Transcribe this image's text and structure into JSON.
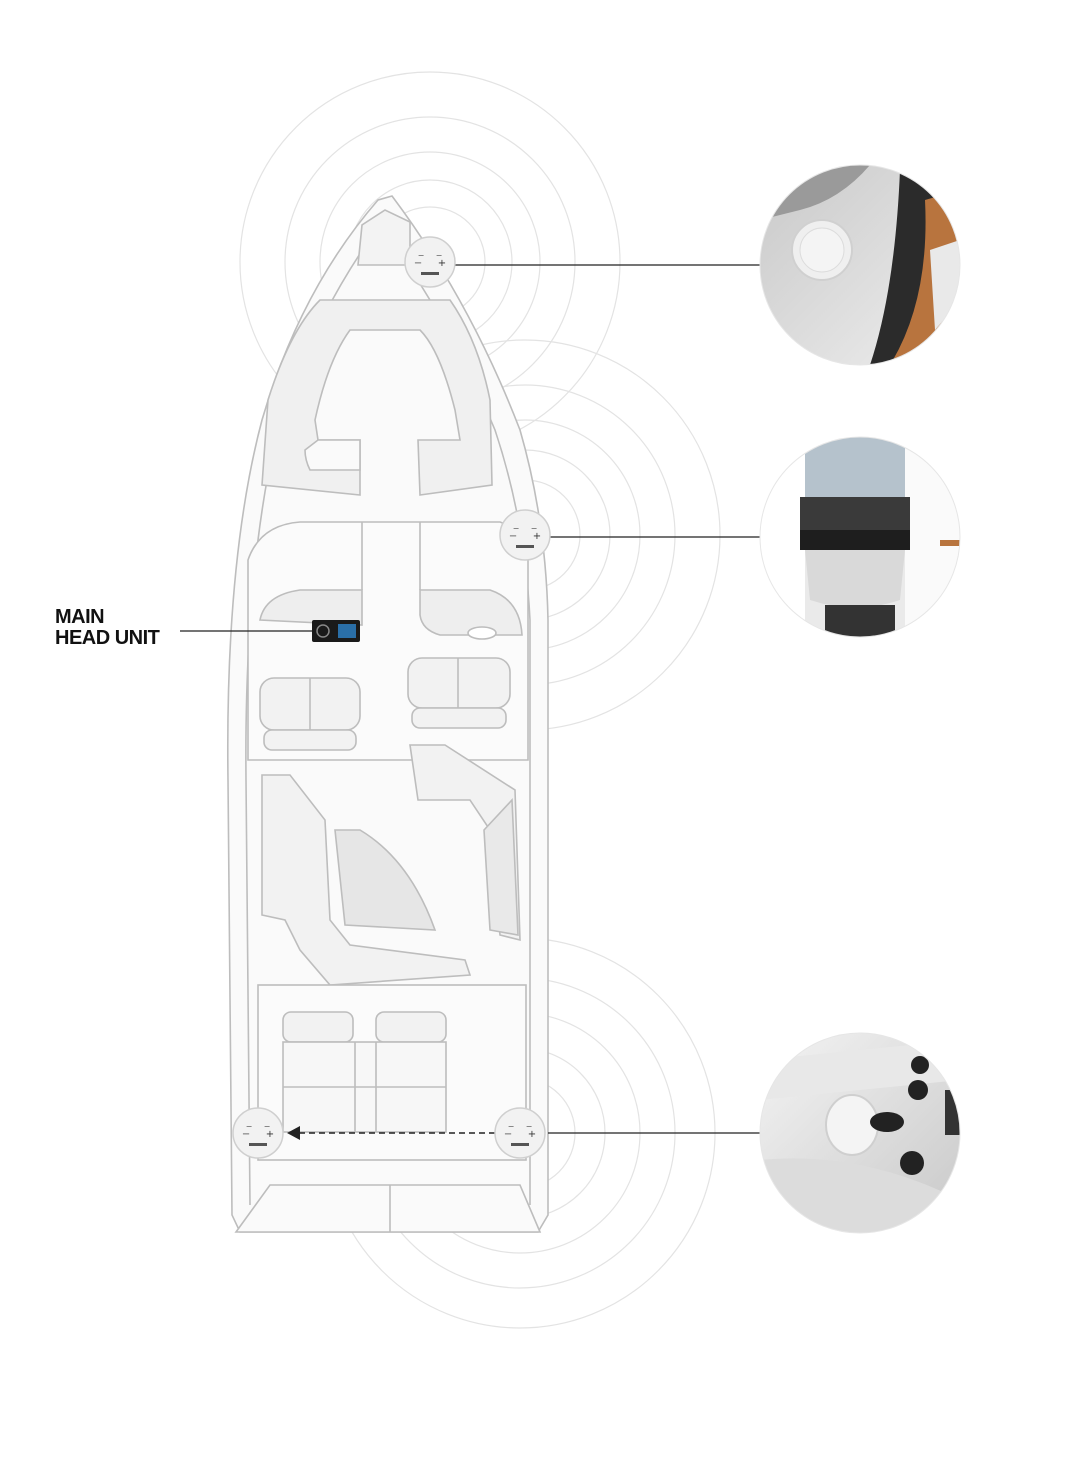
{
  "labels": {
    "head_unit_line1": "MAIN",
    "head_unit_line2": "HEAD UNIT"
  },
  "colors": {
    "outline": "#bdbdbd",
    "fill_light": "#f1f1f1",
    "wave": "#e2e2e2",
    "leader": "#222222",
    "text": "#111111"
  },
  "remotes": [
    {
      "name": "bow-remote",
      "icon": "wireless-remote-icon"
    },
    {
      "name": "helm-side-remote",
      "icon": "wireless-remote-icon"
    },
    {
      "name": "stern-left-remote",
      "icon": "wireless-remote-icon"
    },
    {
      "name": "stern-right-remote",
      "icon": "wireless-remote-icon"
    }
  ],
  "photos": [
    {
      "name": "bow-install-photo"
    },
    {
      "name": "helm-install-photo"
    },
    {
      "name": "stern-install-photo"
    }
  ]
}
